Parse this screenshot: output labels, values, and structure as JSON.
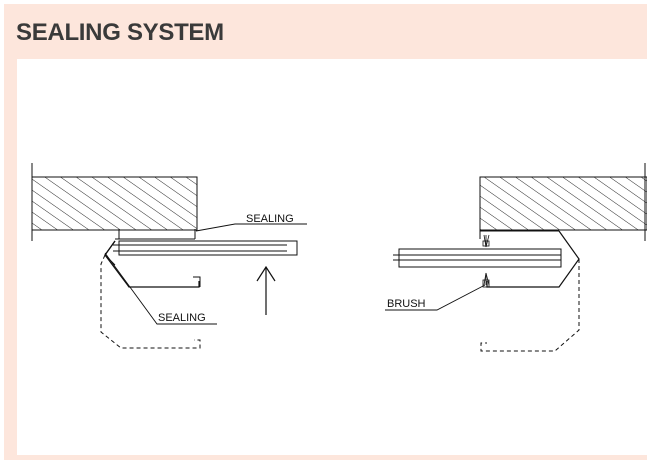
{
  "header": {
    "title": "SEALING SYSTEM"
  },
  "diagram": {
    "labels": {
      "sealing_top": "SEALING",
      "sealing_bottom": "SEALING",
      "brush": "BRUSH"
    }
  },
  "colors": {
    "frame_background": "#fde6dc",
    "title_text": "#3a3a3a",
    "line": "#111111"
  }
}
